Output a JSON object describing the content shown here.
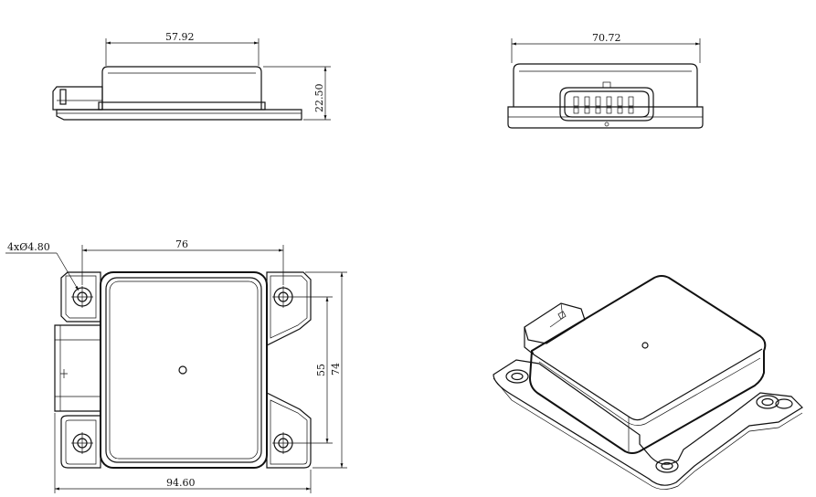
{
  "dimensions": {
    "side_view_width": "57.92",
    "side_view_height": "22.50",
    "front_view_width": "70.72",
    "hole_spec": "4xØ4.80",
    "hole_spacing_horizontal": "76",
    "hole_spacing_vertical": "55",
    "overall_height": "74",
    "overall_width": "94.60"
  }
}
